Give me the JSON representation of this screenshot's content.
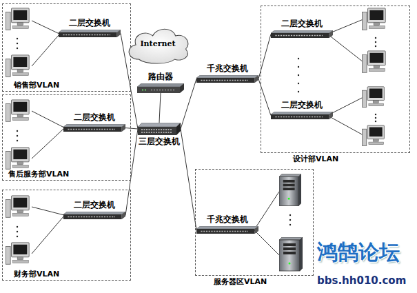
{
  "diagram": {
    "nodes": [
      {
        "text": [
          "销售部VLAN"
        ]
      },
      {
        "text": [
          "二层交换机"
        ],
        "in": 0
      },
      {
        "text": [
          "售后服务部VLAN"
        ]
      },
      {
        "text": [
          "二层交换机"
        ],
        "in": 2
      },
      {
        "text": [
          "财务部VLAN"
        ]
      },
      {
        "text": [
          "二层交换机"
        ],
        "in": 4
      },
      {
        "text": [
          "Internet"
        ]
      },
      {
        "text": [
          "路由器"
        ]
      },
      {
        "text": [
          "三层交换机"
        ]
      },
      {
        "text": [
          "千兆交换机"
        ]
      },
      {
        "text": [
          "设计部VLAN"
        ]
      },
      {
        "text": [
          "二层交换机"
        ],
        "in": 10
      },
      {
        "text": [
          "二层交换机"
        ],
        "in": 10
      },
      {
        "text": [
          "服务器区VLAN"
        ]
      },
      {
        "text": [
          "千兆交换机"
        ],
        "in": 13
      }
    ],
    "edges": [
      {
        "from": 7,
        "to": 8,
        "arrow": "none"
      },
      {
        "from": 1,
        "to": 8,
        "arrow": "none"
      },
      {
        "from": 3,
        "to": 8,
        "arrow": "none"
      },
      {
        "from": 5,
        "to": 8,
        "arrow": "none"
      },
      {
        "from": 8,
        "to": 9,
        "arrow": "none"
      },
      {
        "from": 8,
        "to": 14,
        "arrow": "none"
      },
      {
        "from": 9,
        "to": 11,
        "arrow": "none"
      },
      {
        "from": 9,
        "to": 12,
        "arrow": "none"
      }
    ],
    "labels": [
      "鸿鹄论坛",
      "bbs.hh010.com"
    ]
  }
}
